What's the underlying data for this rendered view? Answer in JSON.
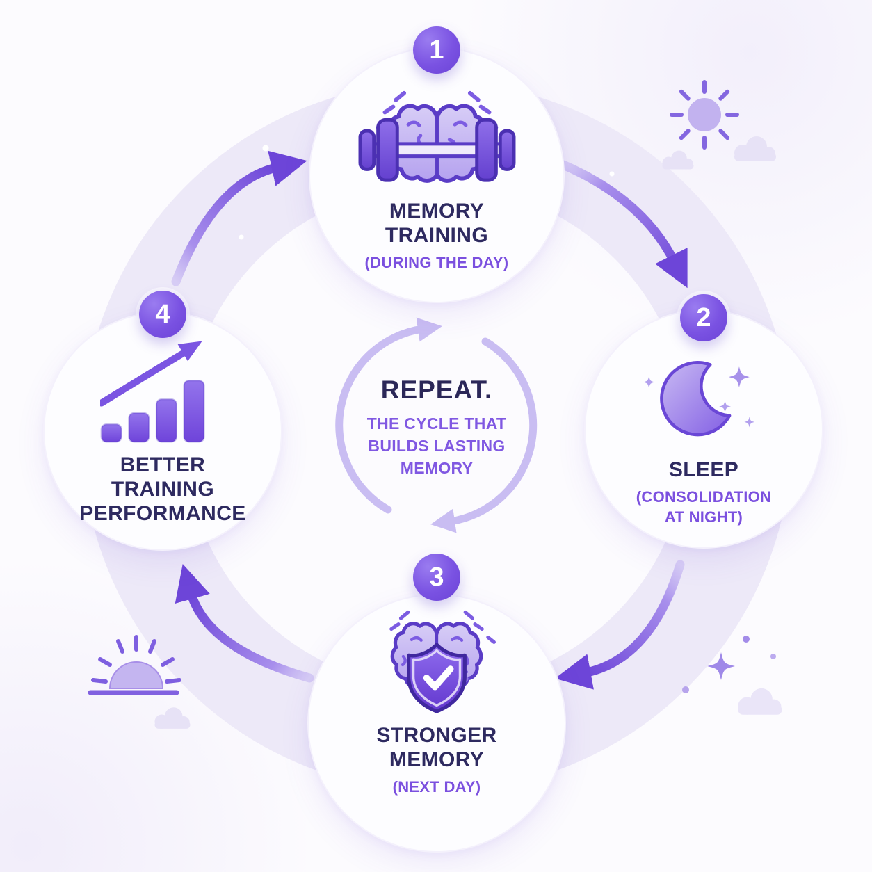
{
  "center": {
    "title": "REPEAT.",
    "subtitle": "THE CYCLE THAT BUILDS LASTING MEMORY"
  },
  "steps": [
    {
      "number": "1",
      "title": "MEMORY TRAINING",
      "subtitle": "(DURING THE DAY)",
      "icon": "brain-dumbbell-icon"
    },
    {
      "number": "2",
      "title": "SLEEP",
      "subtitle": "(CONSOLIDATION AT NIGHT)",
      "icon": "crescent-moon-stars-icon"
    },
    {
      "number": "3",
      "title": "STRONGER MEMORY",
      "subtitle": "(NEXT DAY)",
      "icon": "brain-shield-check-icon"
    },
    {
      "number": "4",
      "title": "BETTER TRAINING PERFORMANCE",
      "subtitle": "",
      "icon": "growth-bar-chart-icon"
    }
  ],
  "flow": {
    "direction": "clockwise",
    "arrow_count": 4,
    "center_cycle_icon": "cycle-arrows-icon"
  },
  "decorations": {
    "top_right": [
      "sun-icon",
      "cloud-icon",
      "cloud-icon"
    ],
    "bottom_left": [
      "sunrise-icon",
      "cloud-icon"
    ],
    "bottom_right": [
      "sparkle-icon",
      "sparkle-dot",
      "sparkle-dot",
      "sparkle-dot",
      "cloud-icon"
    ]
  },
  "colors": {
    "accent": "#7348DC",
    "arrow_head": "#6D45D8",
    "title_text": "#2E2A60",
    "subtitle_text": "#7B50DF",
    "band": "#EDE9F8",
    "node_fill": "#FDFDFF",
    "light_cycle_arrow": "#C9BDF2",
    "background": "#FCFBFE"
  }
}
